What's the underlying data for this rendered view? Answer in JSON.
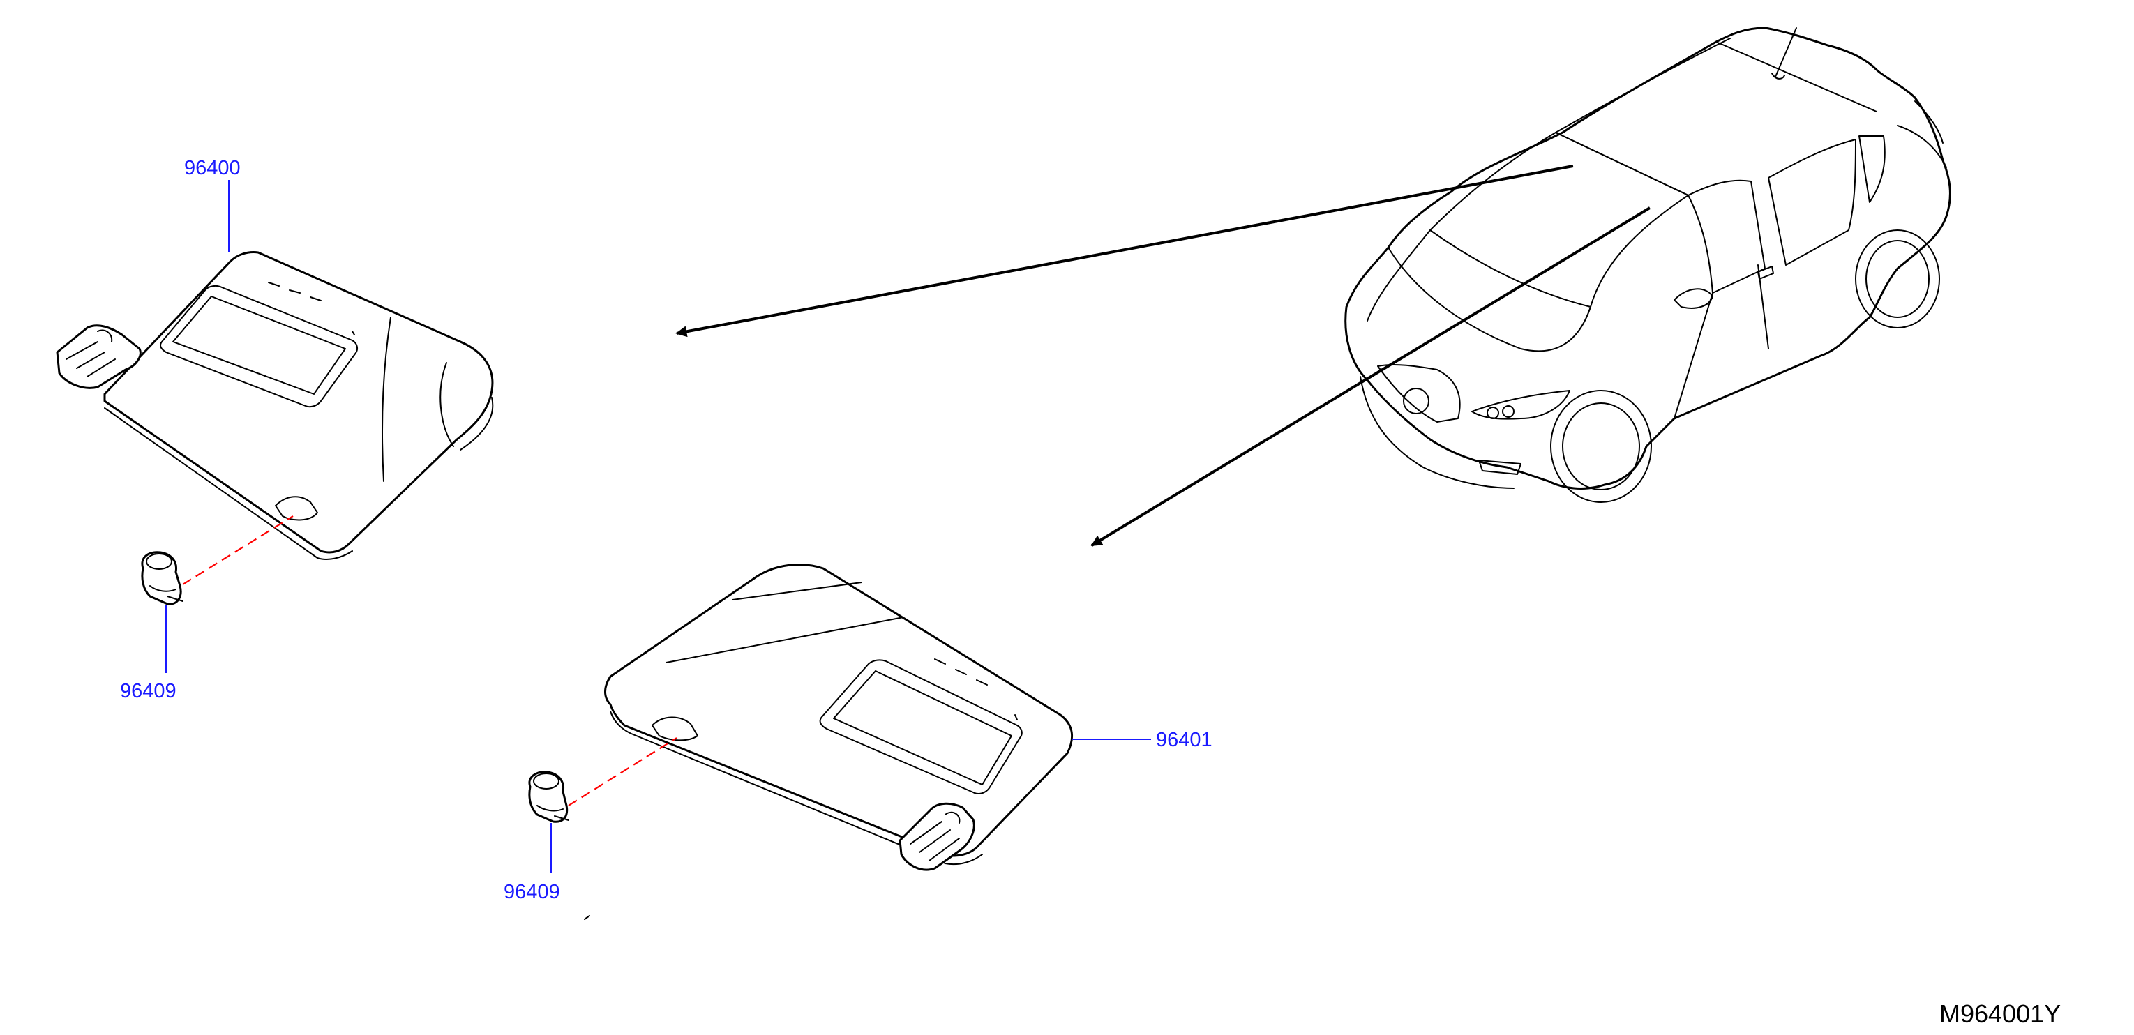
{
  "parts": {
    "visor_left": "96400",
    "visor_right": "96401",
    "holder_left": "96409",
    "holder_right": "96409"
  },
  "diagram_code": "M964001Y",
  "colors": {
    "callout_text": "#1a1aff",
    "leader_line": "#1a1aff",
    "dashed_line": "#ff0000",
    "line_art": "#000000"
  }
}
